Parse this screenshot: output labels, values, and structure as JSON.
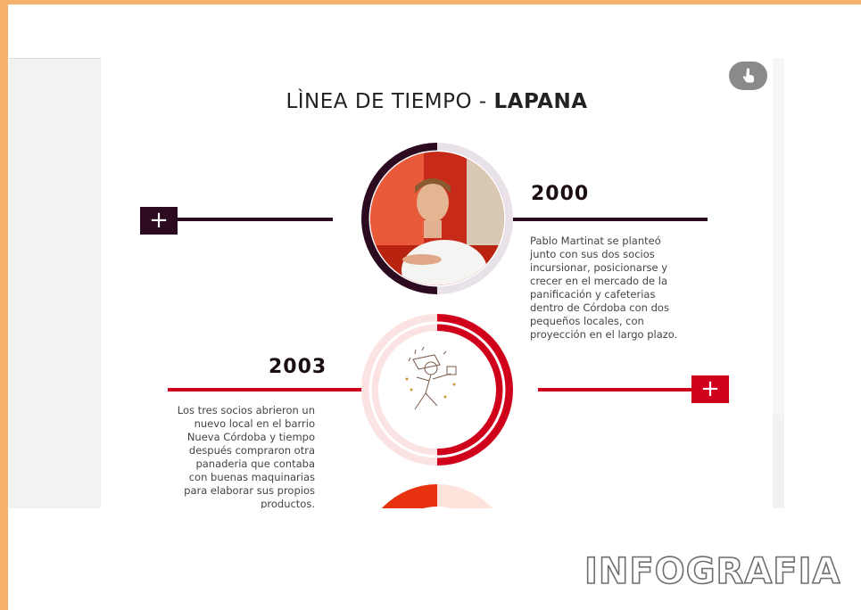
{
  "timeline": {
    "title_light": "LÌNEA DE TIEMPO - ",
    "title_bold": "LAPANA",
    "entries": [
      {
        "year": "2000",
        "description": [
          "Pablo Martinat se planteó",
          "junto con sus dos socios",
          "incursionar, posicionarse y",
          "crecer en el mercado de la",
          "panificación y cafeterias",
          "dentro de Córdoba con dos",
          "pequeños locales, con",
          "proyección en el largo plazo."
        ],
        "expand_label": "+",
        "color": "#2c0a20"
      },
      {
        "year": "2003",
        "description": [
          "Los tres socios abrieron un",
          "nuevo local en el barrio",
          "Nueva Córdoba y tiempo",
          "después compraron otra",
          "panaderia que contaba",
          "con buenas maquinarias",
          "para elaborar sus propios",
          "productos."
        ],
        "expand_label": "+",
        "color": "#d0021b"
      }
    ],
    "touch_icon": "hand-pointer-icon"
  },
  "footer": {
    "label": "INFOGRAFIA"
  },
  "colors": {
    "frame": "#f6b26b",
    "dark": "#2c0a20",
    "red": "#d0021b",
    "orange": "#e8320f"
  }
}
